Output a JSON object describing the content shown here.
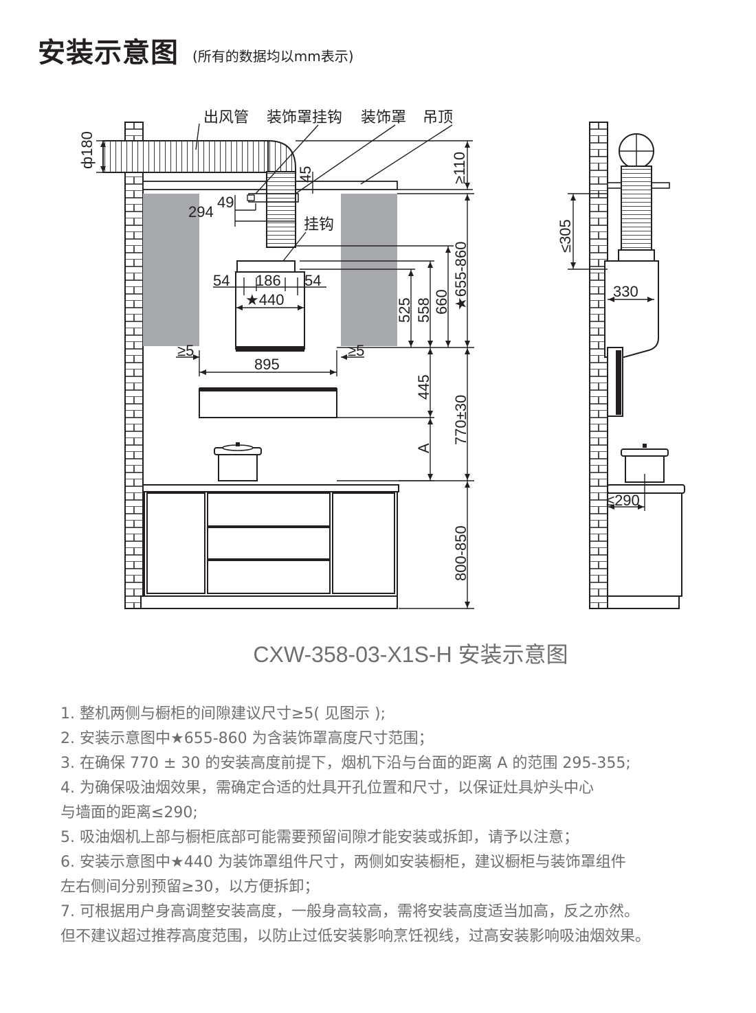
{
  "header": {
    "title": "安装示意图",
    "subtitle": "(所有的数据均以mm表示)"
  },
  "diagram": {
    "labels": {
      "outlet_pipe": "出风管",
      "cover_hook": "装饰罩挂钩",
      "cover": "装饰罩",
      "ceiling": "吊顶",
      "hook": "挂钩"
    },
    "dims": {
      "pipe_diameter": "ф180",
      "ceiling_gap": "≥110",
      "d45": "45",
      "d49": "49",
      "d294": "294",
      "d54_left": "54",
      "d186": "186",
      "d54_right": "54",
      "d440": "★440",
      "d525": "525",
      "d558": "558",
      "d660": "660",
      "d655_860": "★655-860",
      "gap_left": "≥5",
      "gap_right": "≥5",
      "d895": "895",
      "d445": "445",
      "dA": "A",
      "d770": "770±30",
      "d800_850": "800-850",
      "side_305": "≤305",
      "side_330": "330",
      "side_290": "≤290"
    }
  },
  "caption": "CXW-358-03-X1S-H 安装示意图",
  "notes": [
    "1. 整机两侧与橱柜的间隙建议尺寸≥5( 见图示 );",
    "2. 安装示意图中★655-860 为含装饰罩高度尺寸范围；",
    "3. 在确保 770 ± 30 的安装高度前提下，烟机下沿与台面的距离 A 的范围 295-355;",
    "4. 为确保吸油烟效果，需确定合适的灶具开孔位置和尺寸，以保证灶具炉头中心",
    "与墙面的距离≤290;",
    "5. 吸油烟机上部与橱柜底部可能需要预留间隙才能安装或拆卸，请予以注意；",
    "6. 安装示意图中★440 为装饰罩组件尺寸，两侧如安装橱柜，建议橱柜与装饰罩组件",
    "左右侧间分别预留≥30，以方便拆卸；",
    "7. 可根据用户身高调整安装高度，一般身高较高，需将安装高度适当加高，反之亦然。",
    "但不建议超过推荐高度范围，以防止过低安装影响烹饪视线，过高安装影响吸油烟效果。"
  ]
}
